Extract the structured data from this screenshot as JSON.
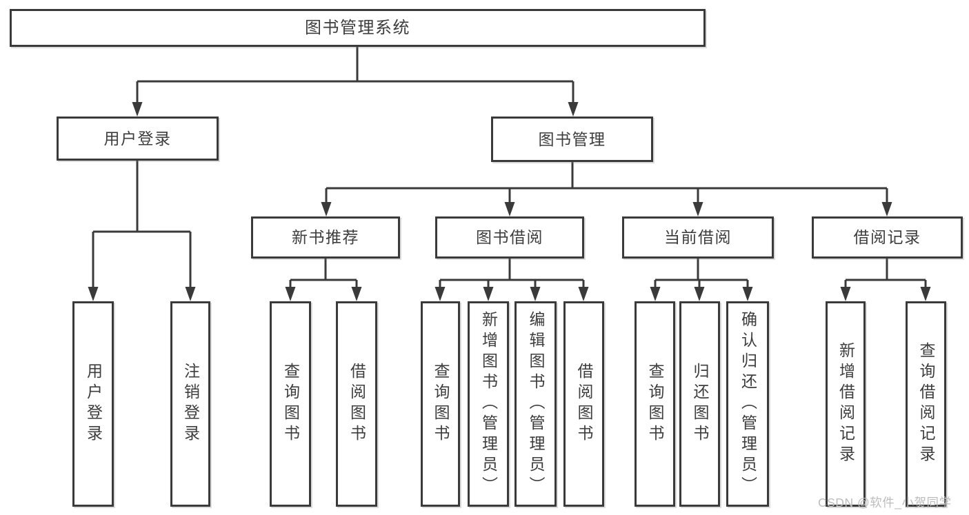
{
  "colors": {
    "line": "#3a3a3a",
    "text": "#3d3d3d",
    "box_background": "#ffffff",
    "page_background": "#ffffff",
    "watermark": "#bdbdbd"
  },
  "watermark": {
    "text": "CSDN @软件_小贺同学"
  },
  "tree": {
    "root": {
      "label": "图书管理系统"
    },
    "branches": [
      {
        "label": "用户登录",
        "leaves": [
          {
            "label": "用户登录"
          },
          {
            "label": "注销登录"
          }
        ]
      },
      {
        "label": "图书管理",
        "groups": [
          {
            "label": "新书推荐",
            "leaves": [
              {
                "label": "查询图书"
              },
              {
                "label": "借阅图书"
              }
            ]
          },
          {
            "label": "图书借阅",
            "leaves": [
              {
                "label": "查询图书"
              },
              {
                "label": "新增图书（管理员）"
              },
              {
                "label": "编辑图书（管理员）"
              },
              {
                "label": "借阅图书"
              }
            ]
          },
          {
            "label": "当前借阅",
            "leaves": [
              {
                "label": "查询图书"
              },
              {
                "label": "归还图书"
              },
              {
                "label": "确认归还（管理员）"
              }
            ]
          },
          {
            "label": "借阅记录",
            "leaves": [
              {
                "label": "新增借阅记录"
              },
              {
                "label": "查询借阅记录"
              }
            ]
          }
        ]
      }
    ]
  }
}
